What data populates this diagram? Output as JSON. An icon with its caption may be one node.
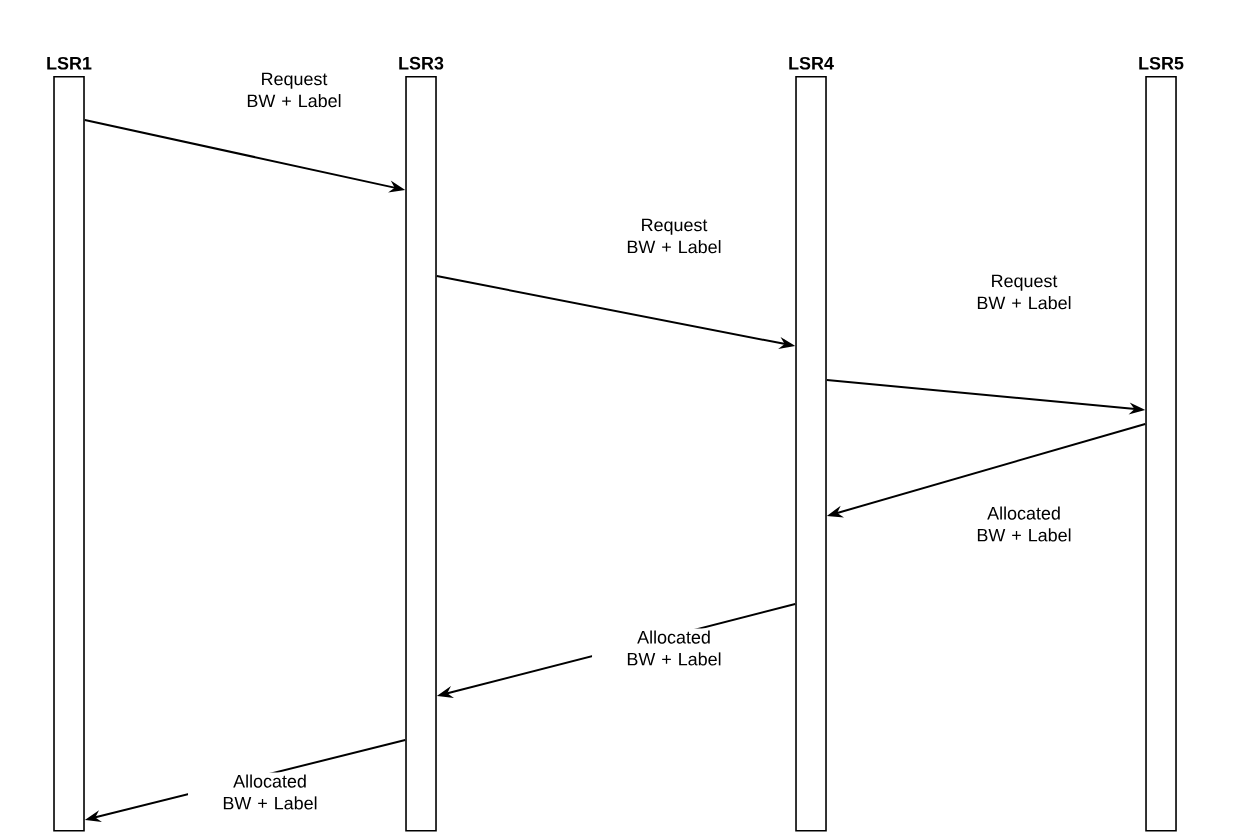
{
  "diagram": {
    "nodes": [
      {
        "text": [
          "LSR1"
        ]
      },
      {
        "text": [
          "LSR3"
        ]
      },
      {
        "text": [
          "LSR4"
        ]
      },
      {
        "text": [
          "LSR5"
        ]
      }
    ],
    "edges": [
      {
        "from": 0,
        "to": 1,
        "arrow": "to",
        "label": "Request BW + Label"
      },
      {
        "from": 1,
        "to": 2,
        "arrow": "to",
        "label": "Request BW + Label"
      },
      {
        "from": 2,
        "to": 3,
        "arrow": "to",
        "label": "Request BW + Label"
      },
      {
        "from": 3,
        "to": 2,
        "arrow": "to",
        "label": "Allocated BW + Label"
      },
      {
        "from": 2,
        "to": 1,
        "arrow": "to",
        "label": "Allocated BW + Label"
      },
      {
        "from": 1,
        "to": 0,
        "arrow": "to",
        "label": "Allocated BW + Label"
      }
    ]
  }
}
